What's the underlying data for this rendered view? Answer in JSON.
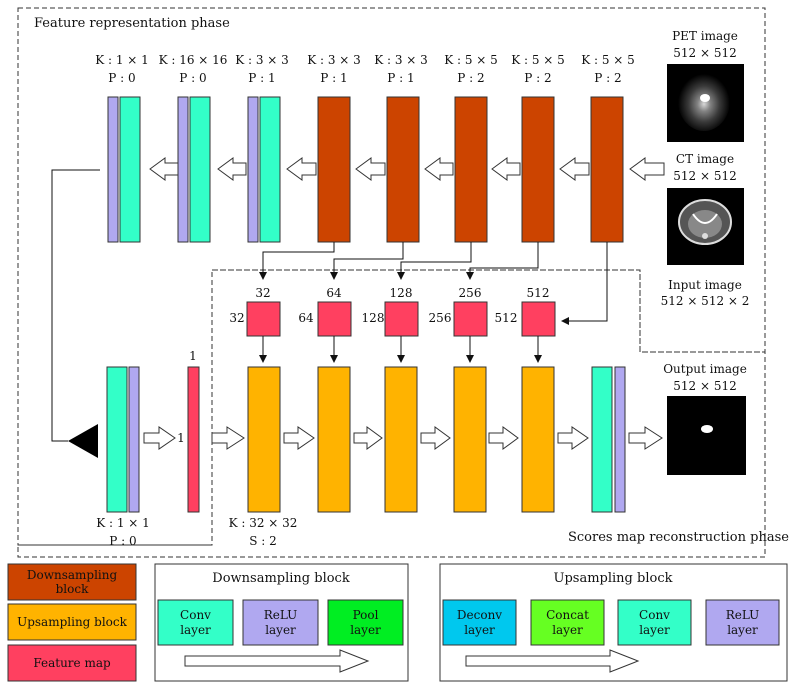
{
  "phases": {
    "feature": "Feature representation phase",
    "scores": "Scores map reconstruction phase"
  },
  "top_kernels": [
    {
      "k": "K : 1 × 1",
      "p": "P : 0"
    },
    {
      "k": "K : 16 × 16",
      "p": "P : 0"
    },
    {
      "k": "K : 3 × 3",
      "p": "P : 1"
    },
    {
      "k": "K : 3 × 3",
      "p": "P : 1"
    },
    {
      "k": "K : 3 × 3",
      "p": "P : 1"
    },
    {
      "k": "K : 5 × 5",
      "p": "P : 2"
    },
    {
      "k": "K : 5 × 5",
      "p": "P : 2"
    },
    {
      "k": "K : 5 × 5",
      "p": "P : 2"
    }
  ],
  "inputs": {
    "pet_title": "PET image",
    "pet_size": "512 × 512",
    "ct_title": "CT image",
    "ct_size": "512 × 512",
    "input_title": "Input image",
    "input_size": "512 × 512 × 2"
  },
  "feature_maps": [
    {
      "top": "32",
      "left": "32"
    },
    {
      "top": "64",
      "left": "64"
    },
    {
      "top": "128",
      "left": "128"
    },
    {
      "top": "256",
      "left": "256"
    },
    {
      "top": "512",
      "left": "512"
    }
  ],
  "bottom": {
    "small_top": "1",
    "small_left": "1",
    "k_bottom_left": "K : 1 × 1",
    "p_bottom_left": "P : 0",
    "k_bottom_mid": "K : 32 × 32",
    "s_bottom_mid": "S : 2",
    "output_title": "Output image",
    "output_size": "512 × 512"
  },
  "legend": {
    "downsampling": "Downsampling block",
    "upsampling": "Upsampling block",
    "feature_map": "Feature map",
    "down_panel_title": "Downsampling block",
    "up_panel_title": "Upsampling block",
    "down_items": [
      "Conv layer",
      "ReLU layer",
      "Pool layer"
    ],
    "up_items": [
      "Deconv layer",
      "Concat layer",
      "Conv layer",
      "ReLU layer"
    ]
  },
  "colors": {
    "down": "#cc4400",
    "up": "#ffb300",
    "feature": "#ff4060",
    "conv": "#33ffc8",
    "relu": "#b0a8f0",
    "pool": "#00ee22",
    "deconv": "#00c8ee",
    "concat": "#66ff22"
  }
}
